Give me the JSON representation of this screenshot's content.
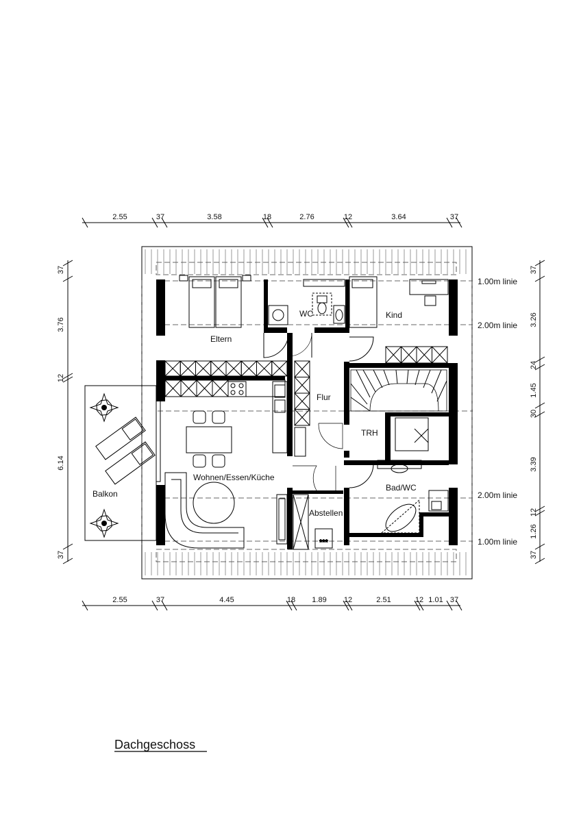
{
  "title": "Dachgeschoss",
  "rooms": {
    "eltern": "Eltern",
    "wc": "WC",
    "kind": "Kind",
    "flur": "Flur",
    "trh": "TRH",
    "wohnen": "Wohnen/Essen/Küche",
    "abstellen": "Abstellen",
    "bad": "Bad/WC",
    "balkon": "Balkon"
  },
  "level_lines": {
    "top_outer": "1.00m linie",
    "top_inner": "2.00m linie",
    "bottom_inner": "2.00m linie",
    "bottom_outer": "1.00m linie"
  },
  "dimensions": {
    "top": [
      "2.55",
      "37",
      "3.58",
      "18",
      "2.76",
      "12",
      "3.64",
      "37"
    ],
    "bottom": [
      "2.55",
      "37",
      "4.45",
      "18",
      "1.89",
      "12",
      "2.51",
      "12",
      "1.01",
      "37"
    ],
    "left": [
      "37",
      "3.76",
      "12",
      "6.14",
      "37"
    ],
    "right": [
      "37",
      "3.26",
      "24",
      "1.45",
      "30",
      "3.39",
      "12",
      "1.26",
      "37"
    ]
  },
  "stove_marks": "***"
}
